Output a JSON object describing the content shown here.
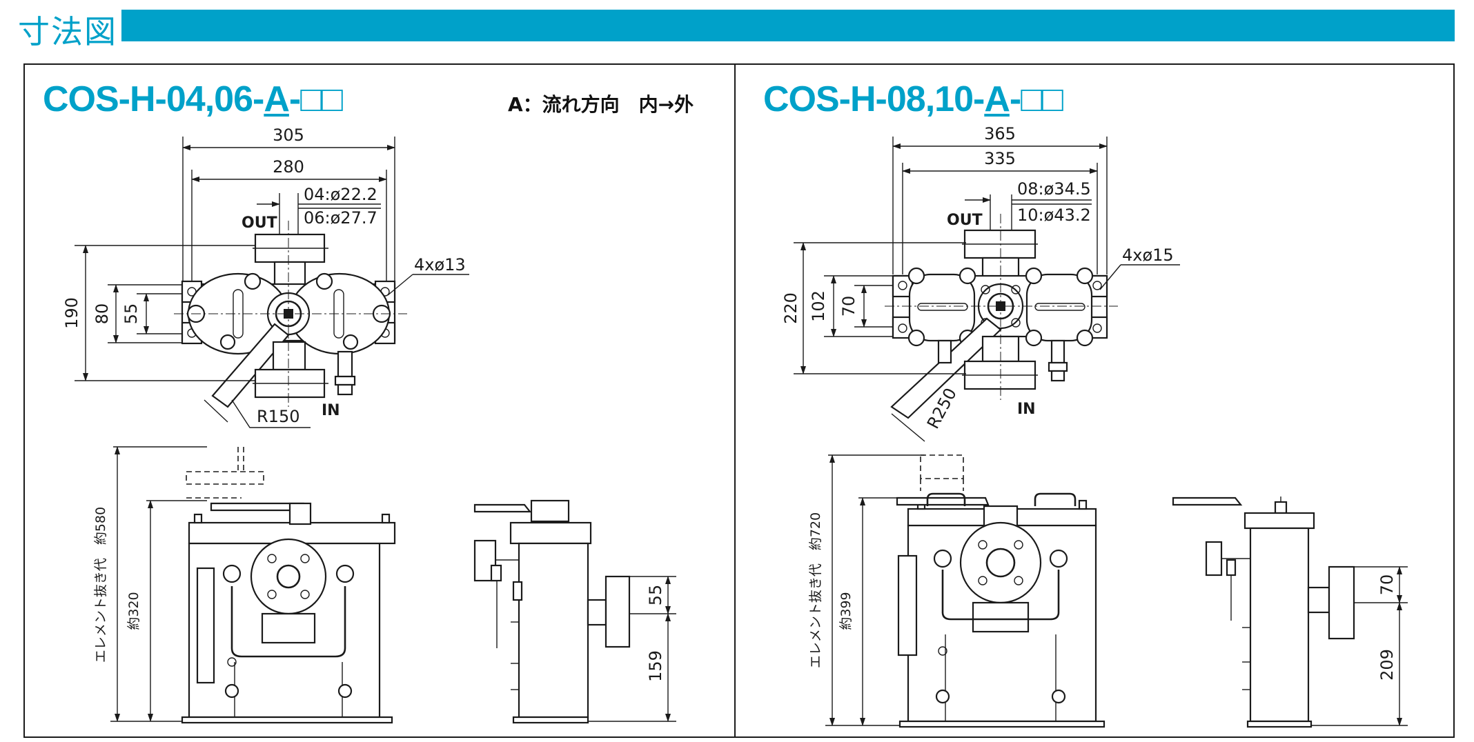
{
  "header": {
    "title": "寸法図"
  },
  "left": {
    "model": {
      "prefix": "COS-H-04,06-",
      "accent": "A",
      "suffix": "-□□"
    },
    "flow_note": "A：流れ方向　内→外",
    "dims": {
      "w305": "305",
      "w280": "280",
      "d04": "04:ø22.2",
      "d06": "06:ø27.7",
      "holes": "4xø13",
      "h190": "190",
      "h80": "80",
      "h55": "55",
      "r150": "R150",
      "elem": "エレメント抜き代　約580",
      "h320": "約320",
      "s55": "55",
      "s159": "159"
    },
    "labels": {
      "out": "OUT",
      "in": "IN"
    }
  },
  "right": {
    "model": {
      "prefix": "COS-H-08,10-",
      "accent": "A",
      "suffix": "-□□"
    },
    "dims": {
      "w365": "365",
      "w335": "335",
      "d08": "08:ø34.5",
      "d10": "10:ø43.2",
      "holes": "4xø15",
      "h220": "220",
      "h102": "102",
      "h70": "70",
      "r250": "R250",
      "elem": "エレメント抜き代　約720",
      "h399": "約399",
      "s70": "70",
      "s209": "209"
    },
    "labels": {
      "out": "OUT",
      "in": "IN"
    }
  },
  "colors": {
    "accent": "#00a1c9",
    "line": "#1a1a1a"
  }
}
